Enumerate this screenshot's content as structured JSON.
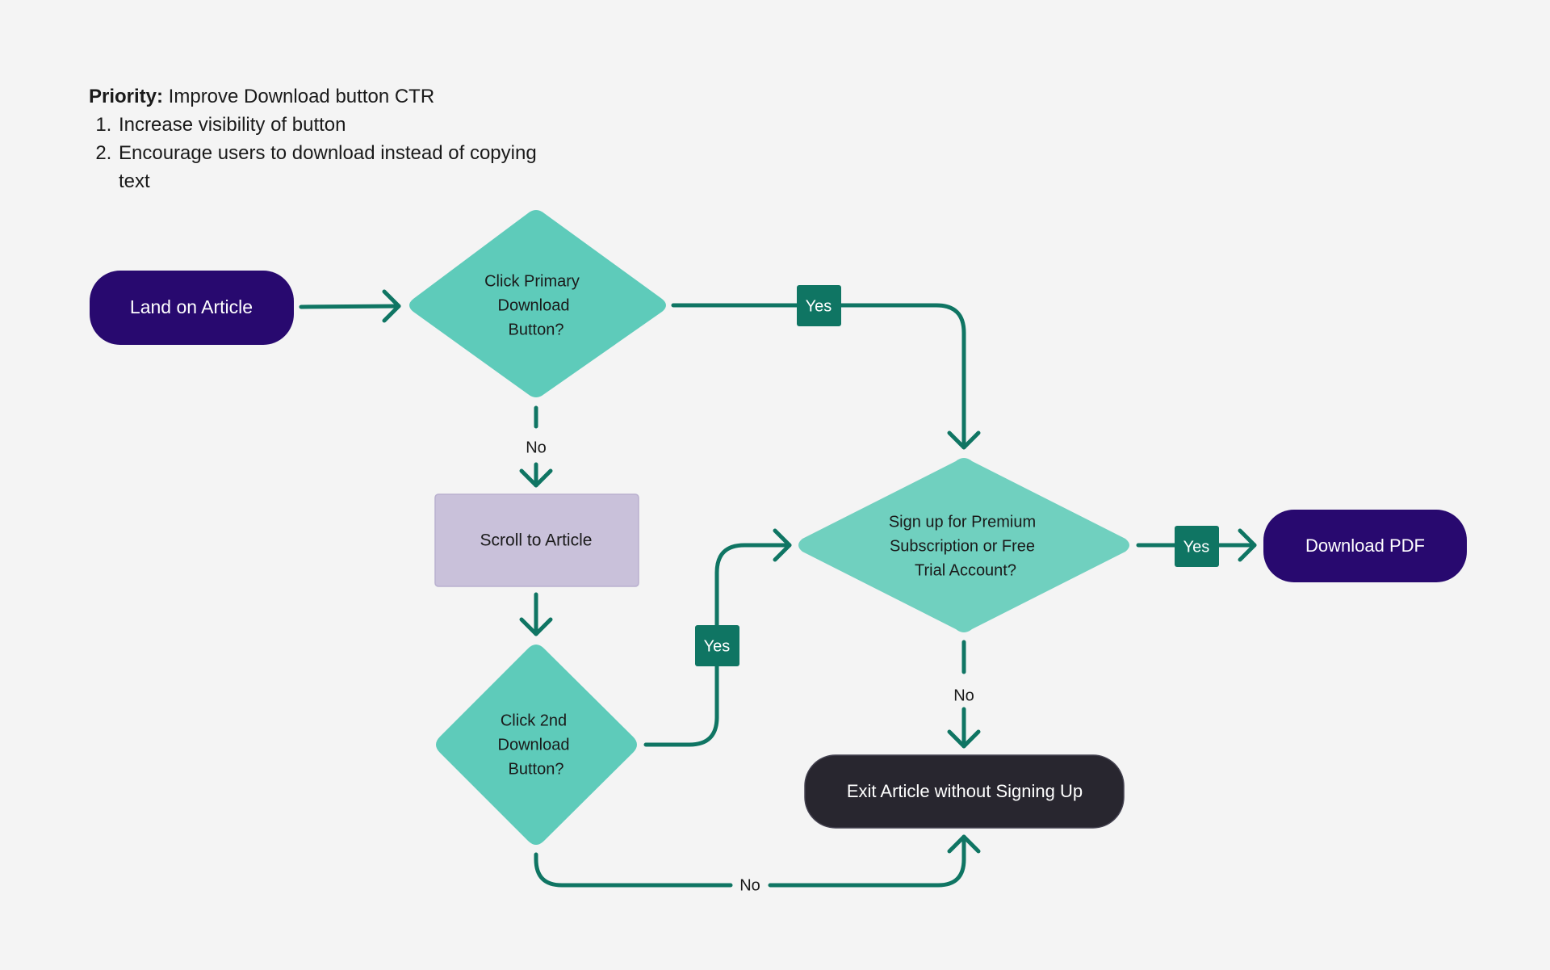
{
  "colors": {
    "background": "#f4f4f4",
    "connector": "#0f7563",
    "terminal_dark_purple": "#28096f",
    "terminal_black": "#28262f",
    "decision_teal": "#5ecbba",
    "decision_teal_light": "#70d0bf",
    "process_lavender": "#c9c1da",
    "yes_tag": "#0f7563"
  },
  "notes": {
    "priority_label": "Priority:",
    "priority_text": " Improve Download button CTR",
    "items": [
      "Increase visibility of button",
      "Encourage users to download instead of copying text"
    ]
  },
  "nodes": {
    "land_on_article": "Land on Article",
    "click_primary": [
      "Click Primary",
      "Download",
      "Button?"
    ],
    "scroll_to_article": "Scroll to Article",
    "click_second": [
      "Click 2nd",
      "Download",
      "Button?"
    ],
    "sign_up": [
      "Sign up for Premium",
      "Subscription or Free",
      "Trial Account?"
    ],
    "download_pdf": "Download PDF",
    "exit_article": "Exit Article without Signing Up"
  },
  "edge_labels": {
    "primary_yes": "Yes",
    "primary_no": "No",
    "second_yes": "Yes",
    "second_no": "No",
    "signup_yes": "Yes",
    "signup_no": "No"
  },
  "icons": {
    "arrowhead": "chevron-arrow-icon"
  }
}
